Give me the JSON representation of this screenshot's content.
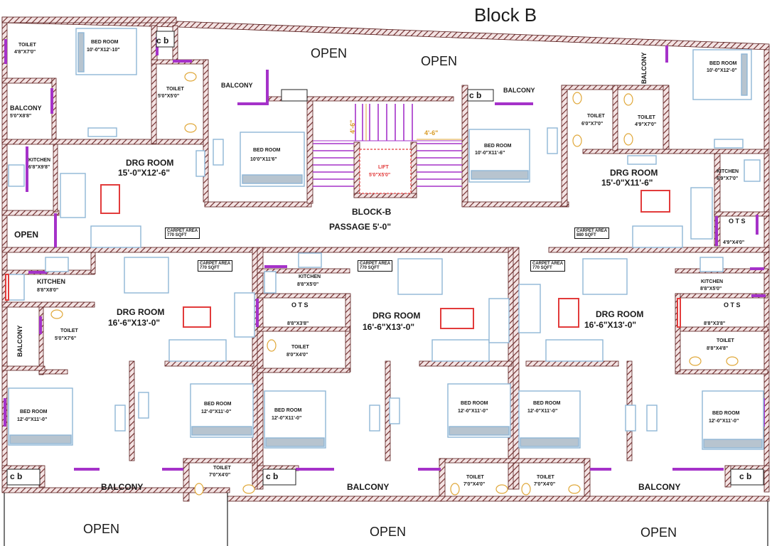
{
  "title": "Block B",
  "open_labels": [
    "OPEN",
    "OPEN",
    "OPEN",
    "OPEN",
    "OPEN",
    "OPEN"
  ],
  "center": {
    "block": "BLOCK-B",
    "passage": "PASSAGE 5'-0\"",
    "lift": "LIFT",
    "lift_size": "5'0\"X5'0\"",
    "dim_h": "4'-6\"",
    "dim_v": "4'-6\""
  },
  "top_left": {
    "toilet_a": "TOILET",
    "toilet_a_size": "4'8\"X7'0\"",
    "bed": "BED ROOM",
    "bed_size": "10'-0\"X12'-10\"",
    "cb": "c b",
    "toilet_b": "TOILET",
    "toilet_b_size": "5'0\"X5'0\"",
    "balcony_a": "BALCONY",
    "balcony_a_size": "5'0\"X8'8\"",
    "balcony_b": "BALCONY",
    "kitchen": "KITCHEN",
    "kitchen_size": "6'8\"X9'8\"",
    "drg": "DRG  ROOM",
    "drg_size": "15'-0\"X12'-6\"",
    "bed2": "BED ROOM",
    "bed2_size": "10'0\"X11'6\""
  },
  "top_right": {
    "cb": "c b",
    "balcony": "BALCONY",
    "bed": "BED ROOM",
    "bed_size": "10'-0\"X11'-6\"",
    "toilet_a": "TOILET",
    "toilet_a_size": "6'0\"X7'0\"",
    "toilet_b": "TOILET",
    "toilet_b_size": "4'9\"X7'0\"",
    "balcony_v": "BALCONY",
    "bed2": "BED ROOM",
    "bed2_size": "10'-0\"X12'-0\"",
    "drg": "DRG  ROOM",
    "drg_size": "15'-0\"X11'-6\"",
    "kitchen": "KITCHEN",
    "kitchen_size": "6'9\"X7'0\"",
    "ots": "O T S",
    "ots_size": "4'9\"X4'0\""
  },
  "carpet": {
    "tl": "CARPET AREA",
    "tl_v": "770 SQFT",
    "tr": "CARPET AREA",
    "tr_v": "880 SQFT",
    "bl": "CARPET AREA",
    "bl_v": "770 SQFT",
    "bm": "CARPET AREA",
    "bm_v": "770 SQFT",
    "br": "CARPET AREA",
    "br_v": "770 SQFT"
  },
  "bottom_left": {
    "kitchen": "KITCHEN",
    "kitchen_size": "8'8\"X8'0\"",
    "drg": "DRG  ROOM",
    "drg_size": "16'-6\"X13'-0\"",
    "balcony_v": "BALCONY",
    "toilet": "TOILET",
    "toilet_size": "5'0\"X7'6\"",
    "bed_a": "BED ROOM",
    "bed_a_size": "12'-0\"X11'-0\"",
    "bed_b": "BED ROOM",
    "bed_b_size": "12'-0\"X11'-0\"",
    "cb": "c b",
    "toilet2": "TOILET",
    "toilet2_size": "7'0\"X4'0\"",
    "balcony": "BALCONY"
  },
  "bottom_mid": {
    "kitchen": "KITCHEN",
    "kitchen_size": "8'8\"X5'0\"",
    "ots": "O T S",
    "ots_size": "8'8\"X3'8\"",
    "toilet": "TOILET",
    "toilet_size": "8'0\"X4'0\"",
    "drg": "DRG  ROOM",
    "drg_size": "16'-6\"X13'-0\"",
    "bed_a": "BED ROOM",
    "bed_a_size": "12'-0\"X11'-0\"",
    "bed_b": "BED ROOM",
    "bed_b_size": "12'-0\"X11'-0\"",
    "cb": "c b",
    "balcony": "BALCONY",
    "toilet2": "TOILET",
    "toilet2_size": "7'0\"X4'0\""
  },
  "bottom_right": {
    "bed_a": "BED ROOM",
    "bed_a_size": "12'-0\"X11'-0\"",
    "toilet": "TOILET",
    "toilet_size": "7'0\"X4'0\"",
    "drg": "DRG  ROOM",
    "drg_size": "16'-6\"X13'-0\"",
    "kitchen": "KITCHEN",
    "kitchen_size": "8'8\"X5'0\"",
    "ots": "O T S",
    "ots_size": "8'8\"X3'8\"",
    "toilet2": "TOILET",
    "toilet2_size": "8'8\"X4'8\"",
    "bed_b": "BED ROOM",
    "bed_b_size": "12'-0\"X11'-0\"",
    "cb": "c b",
    "balcony": "BALCONY"
  },
  "colors": {
    "wall": "#6b2424",
    "wall_hatch": "#c79a9a",
    "door": "#a532c9",
    "furniture": "#8fb6d6",
    "stair": "#a532c9",
    "accent": "#e23b3b"
  }
}
